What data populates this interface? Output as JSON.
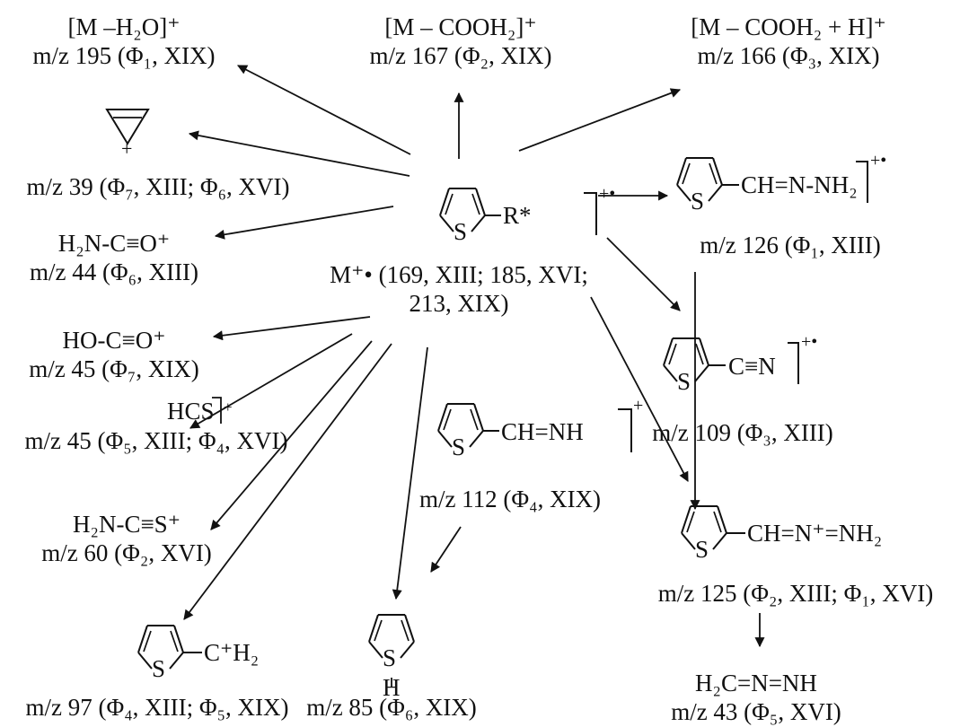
{
  "ions": {
    "water_loss": {
      "formula": "[M –H₂O]⁺",
      "mz": "m/z 195 (Φ₁, XIX)"
    },
    "cooh2_loss": {
      "formula": "[M – COOH₂]⁺",
      "mz": "m/z 167 (Φ₂, XIX)"
    },
    "cooh2_h": {
      "formula": "[M – COOH₂ + H]⁺",
      "mz": "m/z 166 (Φ₃, XIX)"
    },
    "cyclopropenyl": {
      "charge": "+",
      "mz": "m/z 39 (Φ₇, XIII; Φ₆, XVI)"
    },
    "carbamoyl": {
      "formula": "H₂N-C≡O⁺",
      "mz": "m/z 44 (Φ₆, XIII)"
    },
    "carboxyl": {
      "formula": "HO-C≡O⁺",
      "mz": "m/z 45 (Φ₇, XIX)"
    },
    "hcs": {
      "formula": "HCS",
      "charge": "+",
      "mz": "m/z 45 (Φ₅, XIII; Φ₄, XVI)"
    },
    "thiocarbamoyl": {
      "formula": "H₂N-C≡S⁺",
      "mz": "m/z 60 (Φ₂, XVI)"
    },
    "thenyl": {
      "substituent": "C⁺H₂",
      "ring_s": "S",
      "mz": "m/z 97 (Φ₄, XIII; Φ₅, XIX)"
    },
    "thiophene_h": {
      "ring_s": "S",
      "h": "H",
      "mz": "m/z 85 (Φ₆, XIX)"
    },
    "imine": {
      "substituent": "CH=NH",
      "ring_s": "S",
      "charge": "+",
      "mz": "m/z 112 (Φ₄, XIX)"
    },
    "molecular": {
      "substituent": "R*",
      "ring_s": "S",
      "charge": "+•",
      "line1": "M⁺• (169, XIII; 185, XVI;",
      "line2": "213, XIX)"
    },
    "hydrazone": {
      "substituent": "CH=N-NH₂",
      "ring_s": "S",
      "charge": "+•",
      "mz": "m/z 126 (Φ₁, XIII)"
    },
    "nitrile": {
      "substituent": "C≡N",
      "ring_s": "S",
      "charge": "+•",
      "mz": "m/z 109 (Φ₃, XIII)"
    },
    "diazenium": {
      "substituent": "CH=N⁺=NH₂",
      "ring_s": "S",
      "mz": "m/z 125 (Φ₂, XIII; Φ₁, XVI)"
    },
    "diazene": {
      "formula": "H₂C=N=NH",
      "mz": "m/z 43 (Φ₅, XVI)"
    }
  }
}
